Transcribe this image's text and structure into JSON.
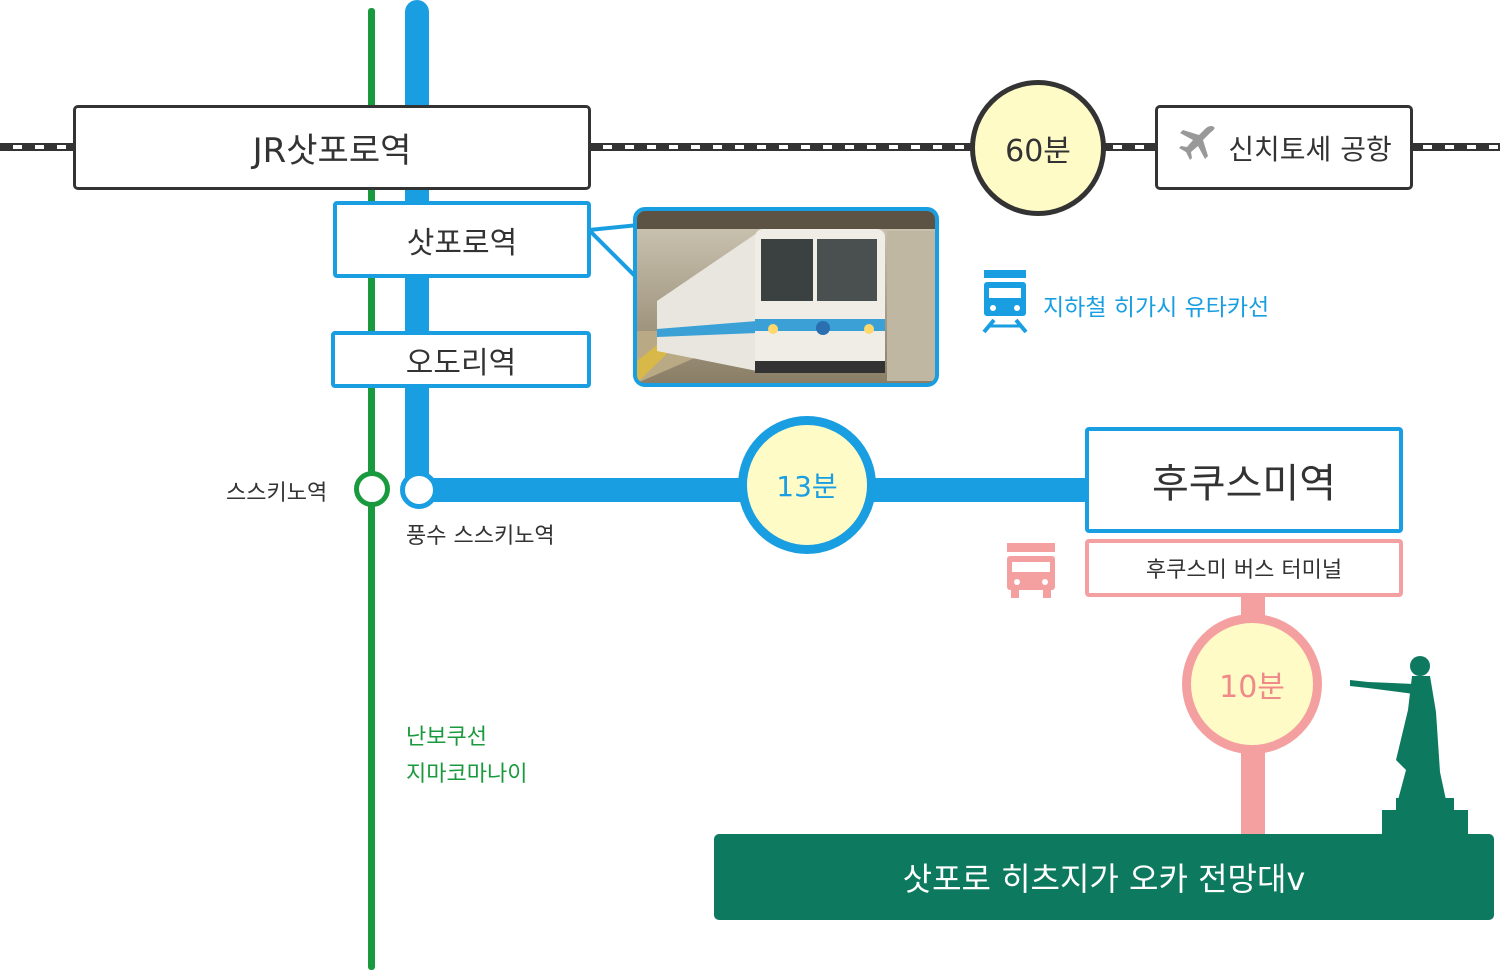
{
  "jr_station": "JR삿포로역",
  "airport": {
    "time": "60분",
    "label": "신치토세 공항",
    "icon": "airplane-icon"
  },
  "subway_stations": {
    "sapporo": "삿포로역",
    "odori": "오도리역"
  },
  "subway_line": {
    "label": "지하철 히가시 유타카선",
    "icon": "train-icon"
  },
  "susukino": {
    "nanboku": "스스키노역",
    "hosui": "풍수 스스키노역"
  },
  "hosui_time": "13분",
  "fukuzumi": {
    "station": "후쿠스미역",
    "bus_terminal": "후쿠스미 버스 터미널",
    "bus_icon": "bus-icon"
  },
  "bus_time": "10분",
  "nanboku_line": {
    "line1": "난보쿠선",
    "line2": "지마코마나이"
  },
  "destination": "삿포로 히츠지가 오카 전망대v",
  "colors": {
    "blue": "#1a9ee2",
    "green": "#1a9a3e",
    "pink": "#f4a0a0",
    "teal": "#0d7a5f",
    "dark": "#333333",
    "yellow": "#fefbc6"
  }
}
